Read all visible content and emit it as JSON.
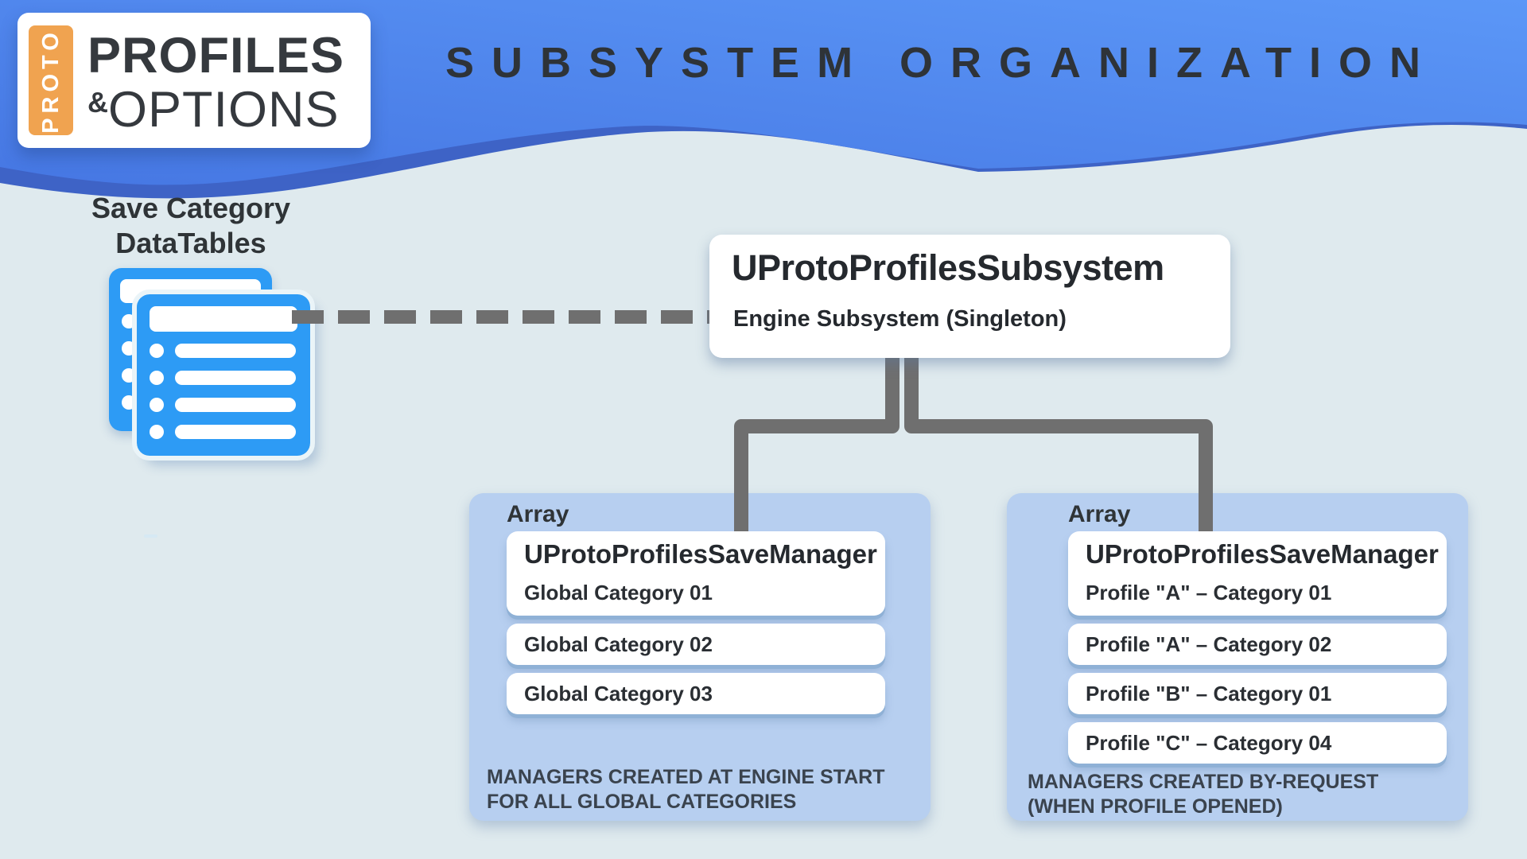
{
  "logo": {
    "badge": "PROTO",
    "line1": "PROFILES",
    "amp": "&",
    "line2": "OPTIONS"
  },
  "header": {
    "title": "SUBSYSTEM ORGANIZATION"
  },
  "datatables": {
    "label_line1": "Save Category",
    "label_line2": "DataTables",
    "icon": "stacked-list-cards-icon"
  },
  "subsystem": {
    "title": "UProtoProfilesSubsystem",
    "subtitle": "Engine Subsystem (Singleton)"
  },
  "left_panel": {
    "label": "Array",
    "manager_title": "UProtoProfilesSaveManager",
    "items": [
      "Global Category 01",
      "Global Category 02",
      "Global Category 03"
    ],
    "caption_line1": "MANAGERS CREATED AT ENGINE START",
    "caption_line2": "FOR ALL GLOBAL CATEGORIES"
  },
  "right_panel": {
    "label": "Array",
    "manager_title": "UProtoProfilesSaveManager",
    "items": [
      "Profile \"A\" – Category 01",
      "Profile \"A\" – Category 02",
      "Profile \"B\" – Category 01",
      "Profile \"C\" – Category 04"
    ],
    "caption_line1": "MANAGERS CREATED BY-REQUEST",
    "caption_line2": "(WHEN PROFILE OPENED)"
  },
  "colors": {
    "header_blue": "#4C80EA",
    "header_blue_light": "#5B97F7",
    "header_blue_dark": "#3E63C6",
    "background": "#DFEAEE",
    "panel_blue": "#B7CFF0",
    "icon_blue": "#2D9BF5",
    "connector_gray": "#6F6F6F",
    "logo_orange": "#F0A350",
    "text_dark": "#2E3338",
    "caption_dark": "#3A434E"
  }
}
